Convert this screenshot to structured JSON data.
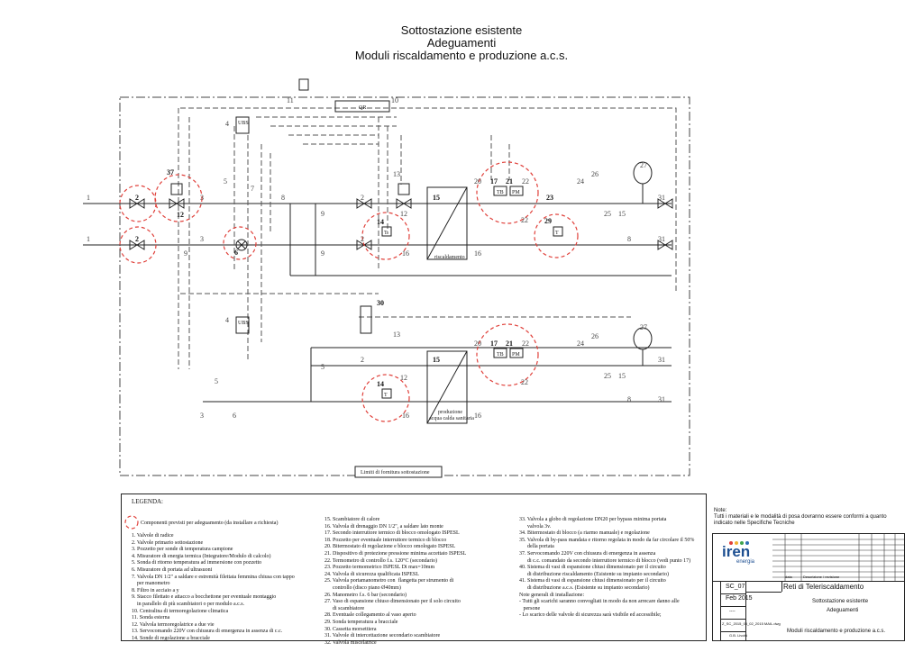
{
  "titles": [
    "Sottostazione esistente",
    "Adeguamenti",
    "Moduli riscaldamento e produzione a.c.s."
  ],
  "labels": {
    "qr": "QR",
    "ubs": "UBS",
    "ubs2": "UBS",
    "t": "T",
    "tb": "TB",
    "pm": "PM",
    "riscaldamento": "riscaldamento",
    "produzione": "produzione",
    "acqua": "acqua calda sanitaria",
    "limiti": "Limiti di fornitura sottostazione"
  },
  "tags_top": [
    "1",
    "2",
    "37",
    "12",
    "3",
    "5",
    "7",
    "8",
    "2",
    "13",
    "12",
    "15",
    "20",
    "17",
    "21",
    "22",
    "23",
    "24",
    "26",
    "27",
    "31",
    "25",
    "15",
    "1",
    "2",
    "3",
    "6",
    "9",
    "9",
    "14",
    "22",
    "29",
    "16",
    "16",
    "8",
    "31",
    "11",
    "10",
    "4"
  ],
  "tags_bottom": [
    "30",
    "4",
    "13",
    "15",
    "20",
    "17",
    "21",
    "22",
    "24",
    "26",
    "27",
    "5",
    "2",
    "3",
    "14",
    "12",
    "22",
    "25",
    "15",
    "31",
    "5",
    "3",
    "6",
    "16",
    "16",
    "8",
    "31"
  ],
  "legend": {
    "title": "LEGENDA:",
    "red_note": "Componenti previsti per adeguamento (da installare a richiesta)",
    "col1": [
      "1. Valvole di radice",
      "2. Valvole primario sottostazione",
      "3. Pozzetto per sonde di temperatura campione",
      "4. Misuratore di energia termica (Integratore/Modulo di calcolo)",
      "5. Sonda di ritorno temperatura ad immersione con pozzetto",
      "6. Misuratore di portata ad ultrasuoni",
      "7. Valvola DN 1/2\" a saldare e estremità filettata femmina chiusa con tappo",
      "    per manometro",
      "8. Filtro in acciaio a y",
      "9. Stacco filettato e attacco a bocchettone per eventuale montaggio",
      "    in parallelo di più scambiatori o per modulo a.c.s.",
      "10. Centralina di termoregolazione climatica",
      "11. Sonda esterna",
      "12. Valvola termoregolatrice a due vie",
      "13. Servocomando 220V con chiusura di emergenza in assenza di c.c.",
      "14. Sonde di regolazione a bracciale"
    ],
    "col2": [
      "15. Scambiatore di calore",
      "16. Valvola di drenaggio DN 1/2\", a saldare lato monte",
      "17. Secondo interruttore termico di blocco omologato ISPESL",
      "18. Pozzetto per eventuale interruttore termico di blocco",
      "20. Bitermostato di regolazione e blocco omologato ISPESL",
      "21. Dispositivo di protezione pressione minima accettato ISPESL",
      "22. Termometro di controllo f.s. 120°C (secondario)",
      "23. Pozzetto termometrico ISPESL Di max=10mm",
      "24. Valvola di sicurezza qualificata ISPESL",
      "25. Valvola portamanometro con  flangetta per strumento di",
      "      controllo (disco piano Ø40mm)",
      "26. Manometro f.s. 6 bar (secondario)",
      "27. Vaso di espansione chiuso dimensionato per il solo circuito",
      "      di scambiatore",
      "28. Eventuale collegamento al vaso aperto",
      "29. Sonda temperatura a bracciale",
      "30. Cassetta morsettiera",
      "31. Valvole di intercettazione secondario scambiatore",
      "32. Valvola miscelatrice"
    ],
    "col3": [
      "33. Valvola a globo di regolazione DN20 per bypass minima portata",
      "      valvola 3v.",
      "34. Bitermostato di blocco (a riarmo manuale) e regolazione",
      "35. Valvola di by-pass mandata e ritorno regolata in modo da far circolare il 50%",
      "      della portata",
      "37. Servocomando 220V con chiusura di emergenza in assenza",
      "      di c.c. comandato da secondo interruttore termico di blocco (vedi punto 17)",
      "40. Sistema di vasi di espansione chiusi dimensionato per il circuito",
      "      di distribuzione riscaldamento (Esistente su impianto secondario)",
      "41. Sistema di vasi di espansione chiusi dimensionato per il circuito",
      "      di distribuzione a.c.s. (Esistente su impianto secondario)",
      "",
      "Note generali di installazione:",
      "- Tutti gli scarichi saranno convogliati in modo da non arrecare danno alle",
      "   persone",
      "- Lo scarico delle valvole di sicurezza sarà visibile ed accessibile;"
    ]
  },
  "notes": {
    "heading": "Note:",
    "text": "Tutti i materiali e le modalità di posa dovranno essere conformi a quanto indicato nelle Specifiche Tecniche"
  },
  "titleblock": {
    "logo": "iren",
    "logo_sub": "energia",
    "rev_header": "Descrizione / revisione",
    "rev_col": "data",
    "code": "SC_07",
    "date": "Feb 2015",
    "scale": "----",
    "file": "Z_SC_2015_03_02_2015 MAIL.dwg",
    "author": "G.B. Livolsi",
    "project": "Reti di Teleriscaldamento",
    "subtitle1": "Sottostazione esistente",
    "subtitle2": "Adeguamenti",
    "subtitle3": "Moduli riscaldamento e produzione a.c.s."
  },
  "colors": {
    "accent_red": "#e0403a",
    "line": "#222222"
  }
}
